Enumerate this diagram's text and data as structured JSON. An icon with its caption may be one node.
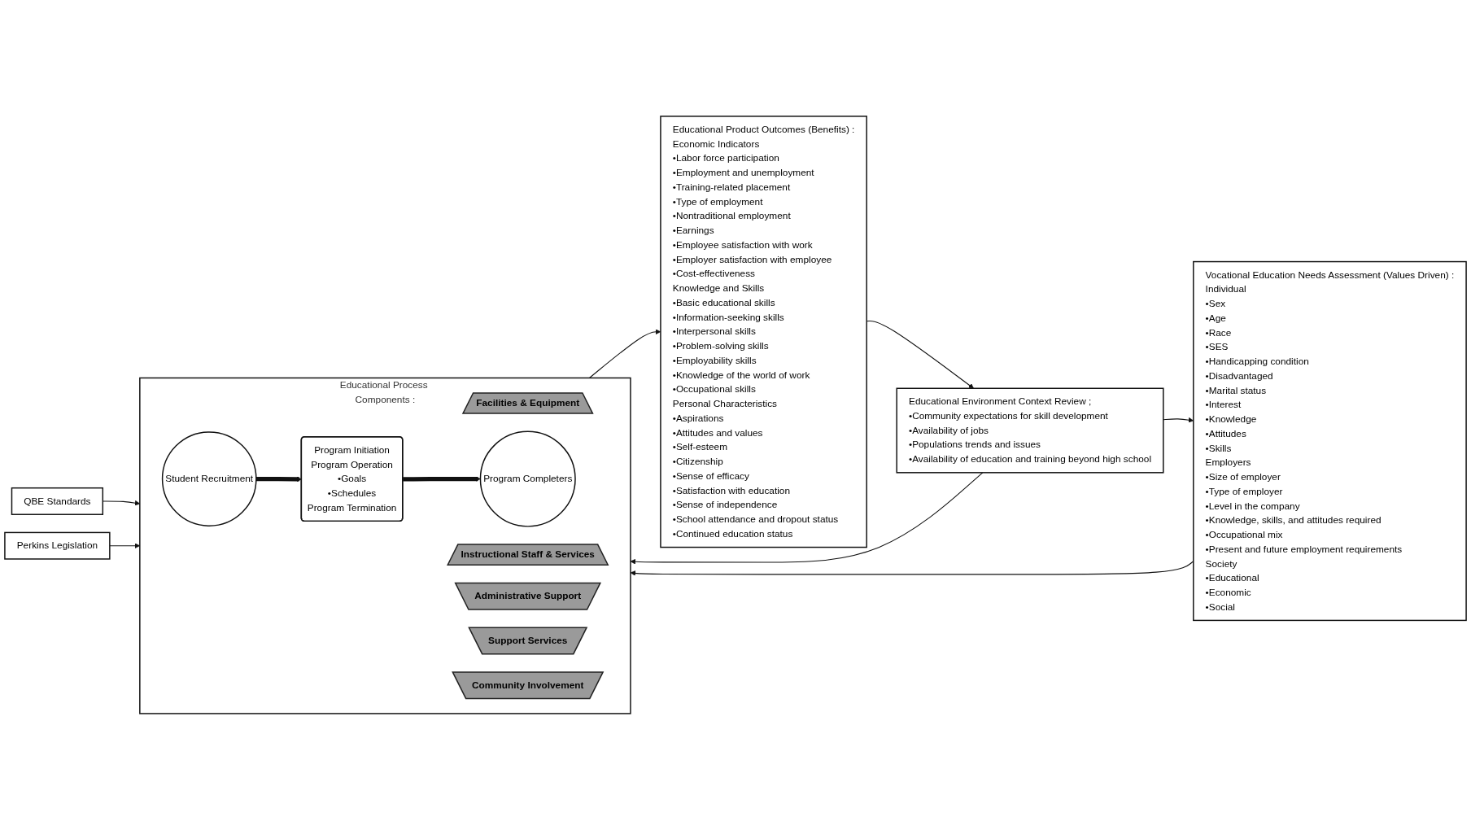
{
  "diagram": {
    "nodes": [
      {
        "text": [
          "Vocational Education Needs Assessment (Values Driven) :",
          "Individual",
          "•Sex",
          "•Age",
          "•Race",
          "•SES",
          "•Handicapping condition",
          "•Disadvantaged",
          "•Marital status",
          "•Interest",
          "•Knowledge",
          "•Attitudes",
          "•Skills",
          "Employers",
          "•Size of employer",
          "•Type of employer",
          "•Level in the company",
          "•Knowledge, skills, and attitudes required",
          "•Occupational mix",
          "•Present and future employment requirements",
          "Society",
          "•Educational",
          "•Economic",
          "•Social"
        ]
      },
      {
        "text": [
          "Educational Environment Context Review ;",
          "•Community expectations for skill development",
          "•Availability of jobs",
          "•Populations trends and issues",
          "•Availability of education and training beyond high school"
        ]
      },
      {
        "text": [
          "Educational Product Outcomes (Benefits) :",
          "Economic Indicators",
          "•Labor force participation",
          "•Employment and unemployment",
          "•Training-related placement",
          "•Type of employment",
          "•Nontraditional employment",
          "•Earnings",
          "•Employee satisfaction with work",
          "•Employer satisfaction with employee",
          "•Cost-effectiveness",
          "Knowledge and Skills",
          "•Basic educational skills",
          "•Information-seeking skills",
          "•Interpersonal skills",
          "•Problem-solving skills",
          "•Employability skills",
          "•Knowledge of the world of work",
          "•Occupational skills",
          "Personal Characteristics",
          "•Aspirations",
          "•Attitudes and values",
          "•Self-esteem",
          "•Citizenship",
          "•Sense of efficacy",
          "•Satisfaction with education",
          "•Sense of independence",
          "•School attendance and dropout status",
          "•Continued education status"
        ]
      },
      {
        "text": [
          "Educational Process Components :"
        ]
      },
      {
        "text": [
          "Facilities & Equipment"
        ],
        "in": 3
      },
      {
        "text": [
          "Instructional Staff & Services"
        ],
        "in": 3
      },
      {
        "text": [
          "Student Recruitment"
        ],
        "in": 3
      },
      {
        "text": [
          "Program Initiation",
          "Program Operation",
          "•Goals",
          "•Schedules",
          "Program Termination"
        ],
        "in": 3
      },
      {
        "text": [
          "Program Completers"
        ],
        "in": 3
      },
      {
        "text": [
          "Administrative Support"
        ],
        "in": 3
      },
      {
        "text": [
          "Support Services"
        ],
        "in": 3
      },
      {
        "text": [
          "Community Involvement"
        ],
        "in": 3
      },
      {
        "text": [
          "QBE Standards"
        ]
      },
      {
        "text": [
          "Perkins Legislation"
        ]
      }
    ],
    "edges": [
      {
        "from": 1,
        "to": 0,
        "arrow": "to"
      },
      {
        "from": 2,
        "to": 1,
        "arrow": "to"
      },
      {
        "from": 1,
        "to": 3,
        "arrow": "to"
      },
      {
        "from": 0,
        "to": 3,
        "arrow": "to"
      },
      {
        "from": 3,
        "to": 2,
        "arrow": "to"
      },
      {
        "from": 6,
        "to": 7,
        "arrow": "to",
        "style": "thick"
      },
      {
        "from": 7,
        "to": 8,
        "arrow": "to",
        "style": "thick"
      },
      {
        "from": 12,
        "to": 3,
        "arrow": "to"
      },
      {
        "from": 13,
        "to": 3,
        "arrow": "to"
      }
    ]
  }
}
